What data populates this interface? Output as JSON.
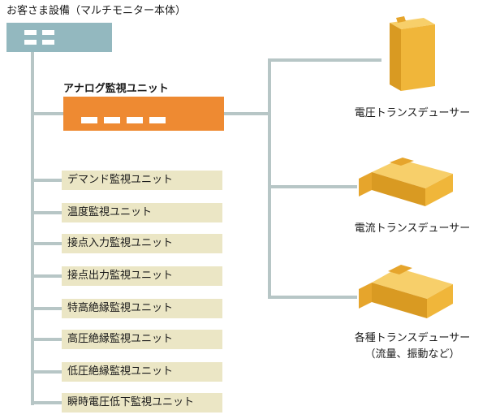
{
  "title": "お客さま設備（マルチモニター本体）",
  "analog_unit": {
    "label": "アナログ監視ユニット"
  },
  "units": [
    "デマンド監視ユニット",
    "温度監視ユニット",
    "接点入力監視ユニット",
    "接点出力監視ユニット",
    "特高絶縁監視ユニット",
    "高圧絶縁監視ユニット",
    "低圧絶縁監視ユニット",
    "瞬時電圧低下監視ユニット"
  ],
  "transducers": [
    {
      "label": "電圧トランスデューサー"
    },
    {
      "label": "電流トランスデューサー"
    },
    {
      "label": "各種トランスデューサー",
      "sublabel": "（流量、振動など）"
    }
  ],
  "colors": {
    "monitor": "#93b8bf",
    "analog": "#ee8a32",
    "unit_bg": "#ebe6c5",
    "transducer": "#f0b63a",
    "line": "#b7c6c6"
  }
}
